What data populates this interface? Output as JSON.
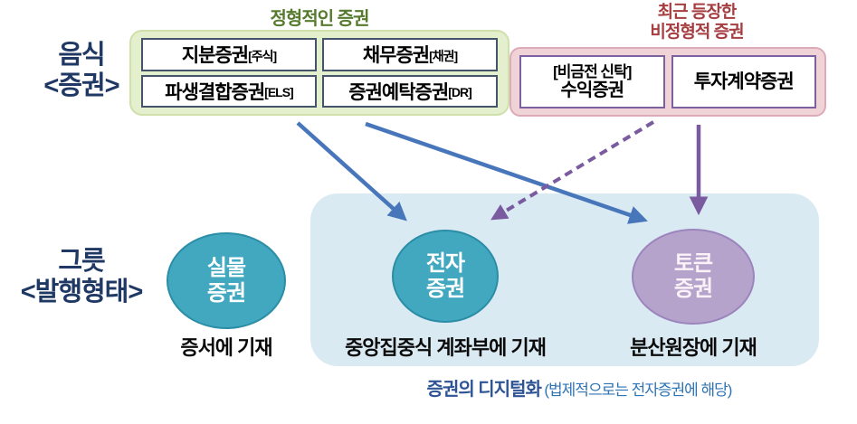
{
  "row_labels": {
    "contents": {
      "line1": "음식",
      "line2": "<증권>"
    },
    "form": {
      "line1": "그릇",
      "line2": "<발행형태>"
    }
  },
  "formal_group": {
    "title": "정형적인 증권",
    "items": [
      {
        "name": "지분증권",
        "tag": "[주식]"
      },
      {
        "name": "채무증권",
        "tag": "[채권]"
      },
      {
        "name": "파생결합증권",
        "tag": "[ELS]"
      },
      {
        "name": "증권예탁증권",
        "tag": "[DR]"
      }
    ]
  },
  "atypical_group": {
    "title_line1": "최근 등장한",
    "title_line2": "비정형적 증권",
    "item1": {
      "line1": "[비금전 신탁]",
      "line2": "수익증권"
    },
    "item2": "투자계약증권"
  },
  "issuance_forms": [
    {
      "line1": "실물",
      "line2": "증권",
      "caption": "증서에 기재",
      "color": "teal"
    },
    {
      "line1": "전자",
      "line2": "증권",
      "caption": "중앙집중식 계좌부에 기재",
      "color": "teal"
    },
    {
      "line1": "토큰",
      "line2": "증권",
      "caption": "분산원장에 기재",
      "color": "purple"
    }
  ],
  "footnote": {
    "bold": "증권의 디지털화",
    "rest": "(법제적으로는 전자증권에 해당)"
  },
  "palette": {
    "navy_label": "#1f3864",
    "green_title": "#567b2e",
    "green_panel_bg": "#e3efcd",
    "dark_cell_border": "#44546a",
    "red_title": "#a63d40",
    "pink_panel_bg": "#f0d3d7",
    "purple_cell_border": "#7d60a0",
    "teal_circle": "#42a8c0",
    "purple_circle": "#b6a3cc",
    "digital_panel_bg": "#daeaf3",
    "blue_arrow": "#4876bb",
    "purple_arrow": "#7a5ba0",
    "footnote_bold": "#2e5496",
    "footnote_light": "#2f74b5"
  }
}
